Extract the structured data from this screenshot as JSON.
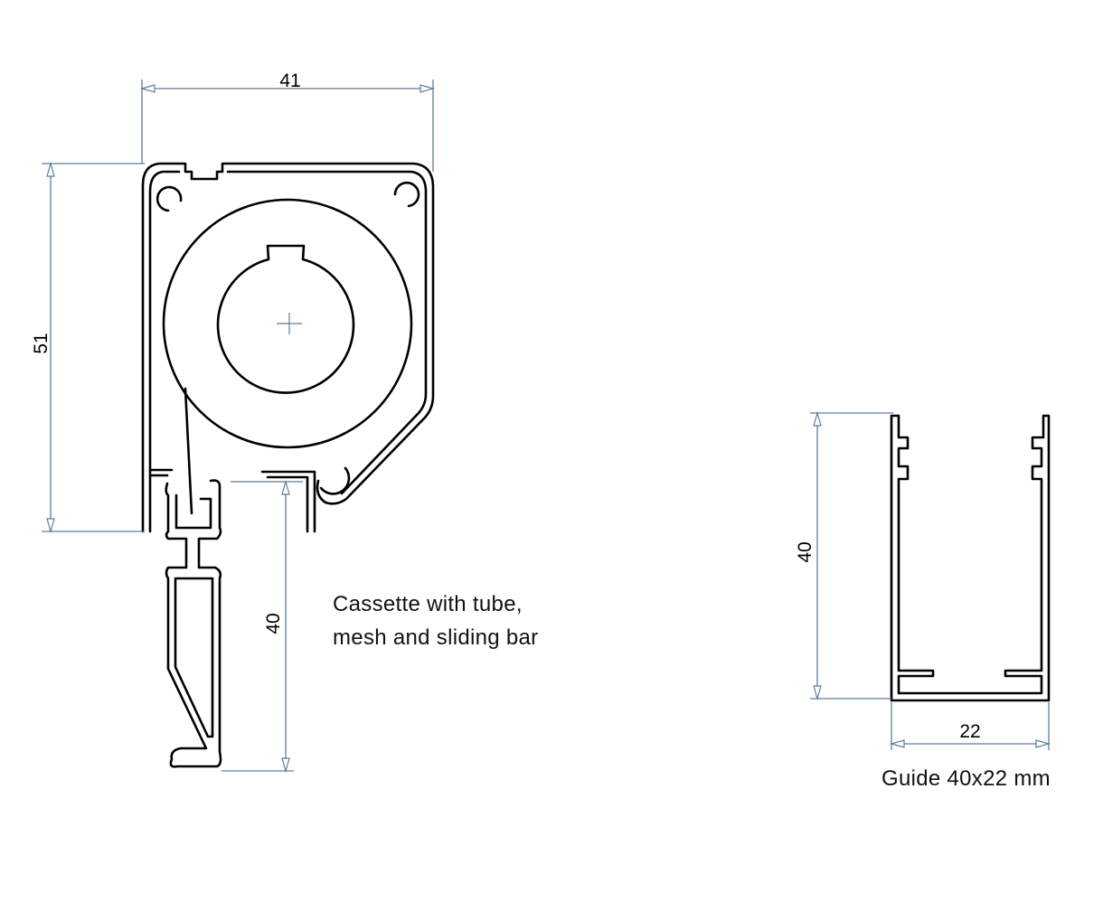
{
  "cassette": {
    "dimensions": {
      "width": "41",
      "height": "51",
      "bar_height": "40"
    },
    "caption_line1": "Cassette with tube,",
    "caption_line2": "mesh and sliding bar"
  },
  "guide": {
    "dimensions": {
      "height": "40",
      "width": "22"
    },
    "caption": "Guide 40x22 mm"
  },
  "colors": {
    "profile": "#000000",
    "dimension": "#5f7d9a"
  }
}
